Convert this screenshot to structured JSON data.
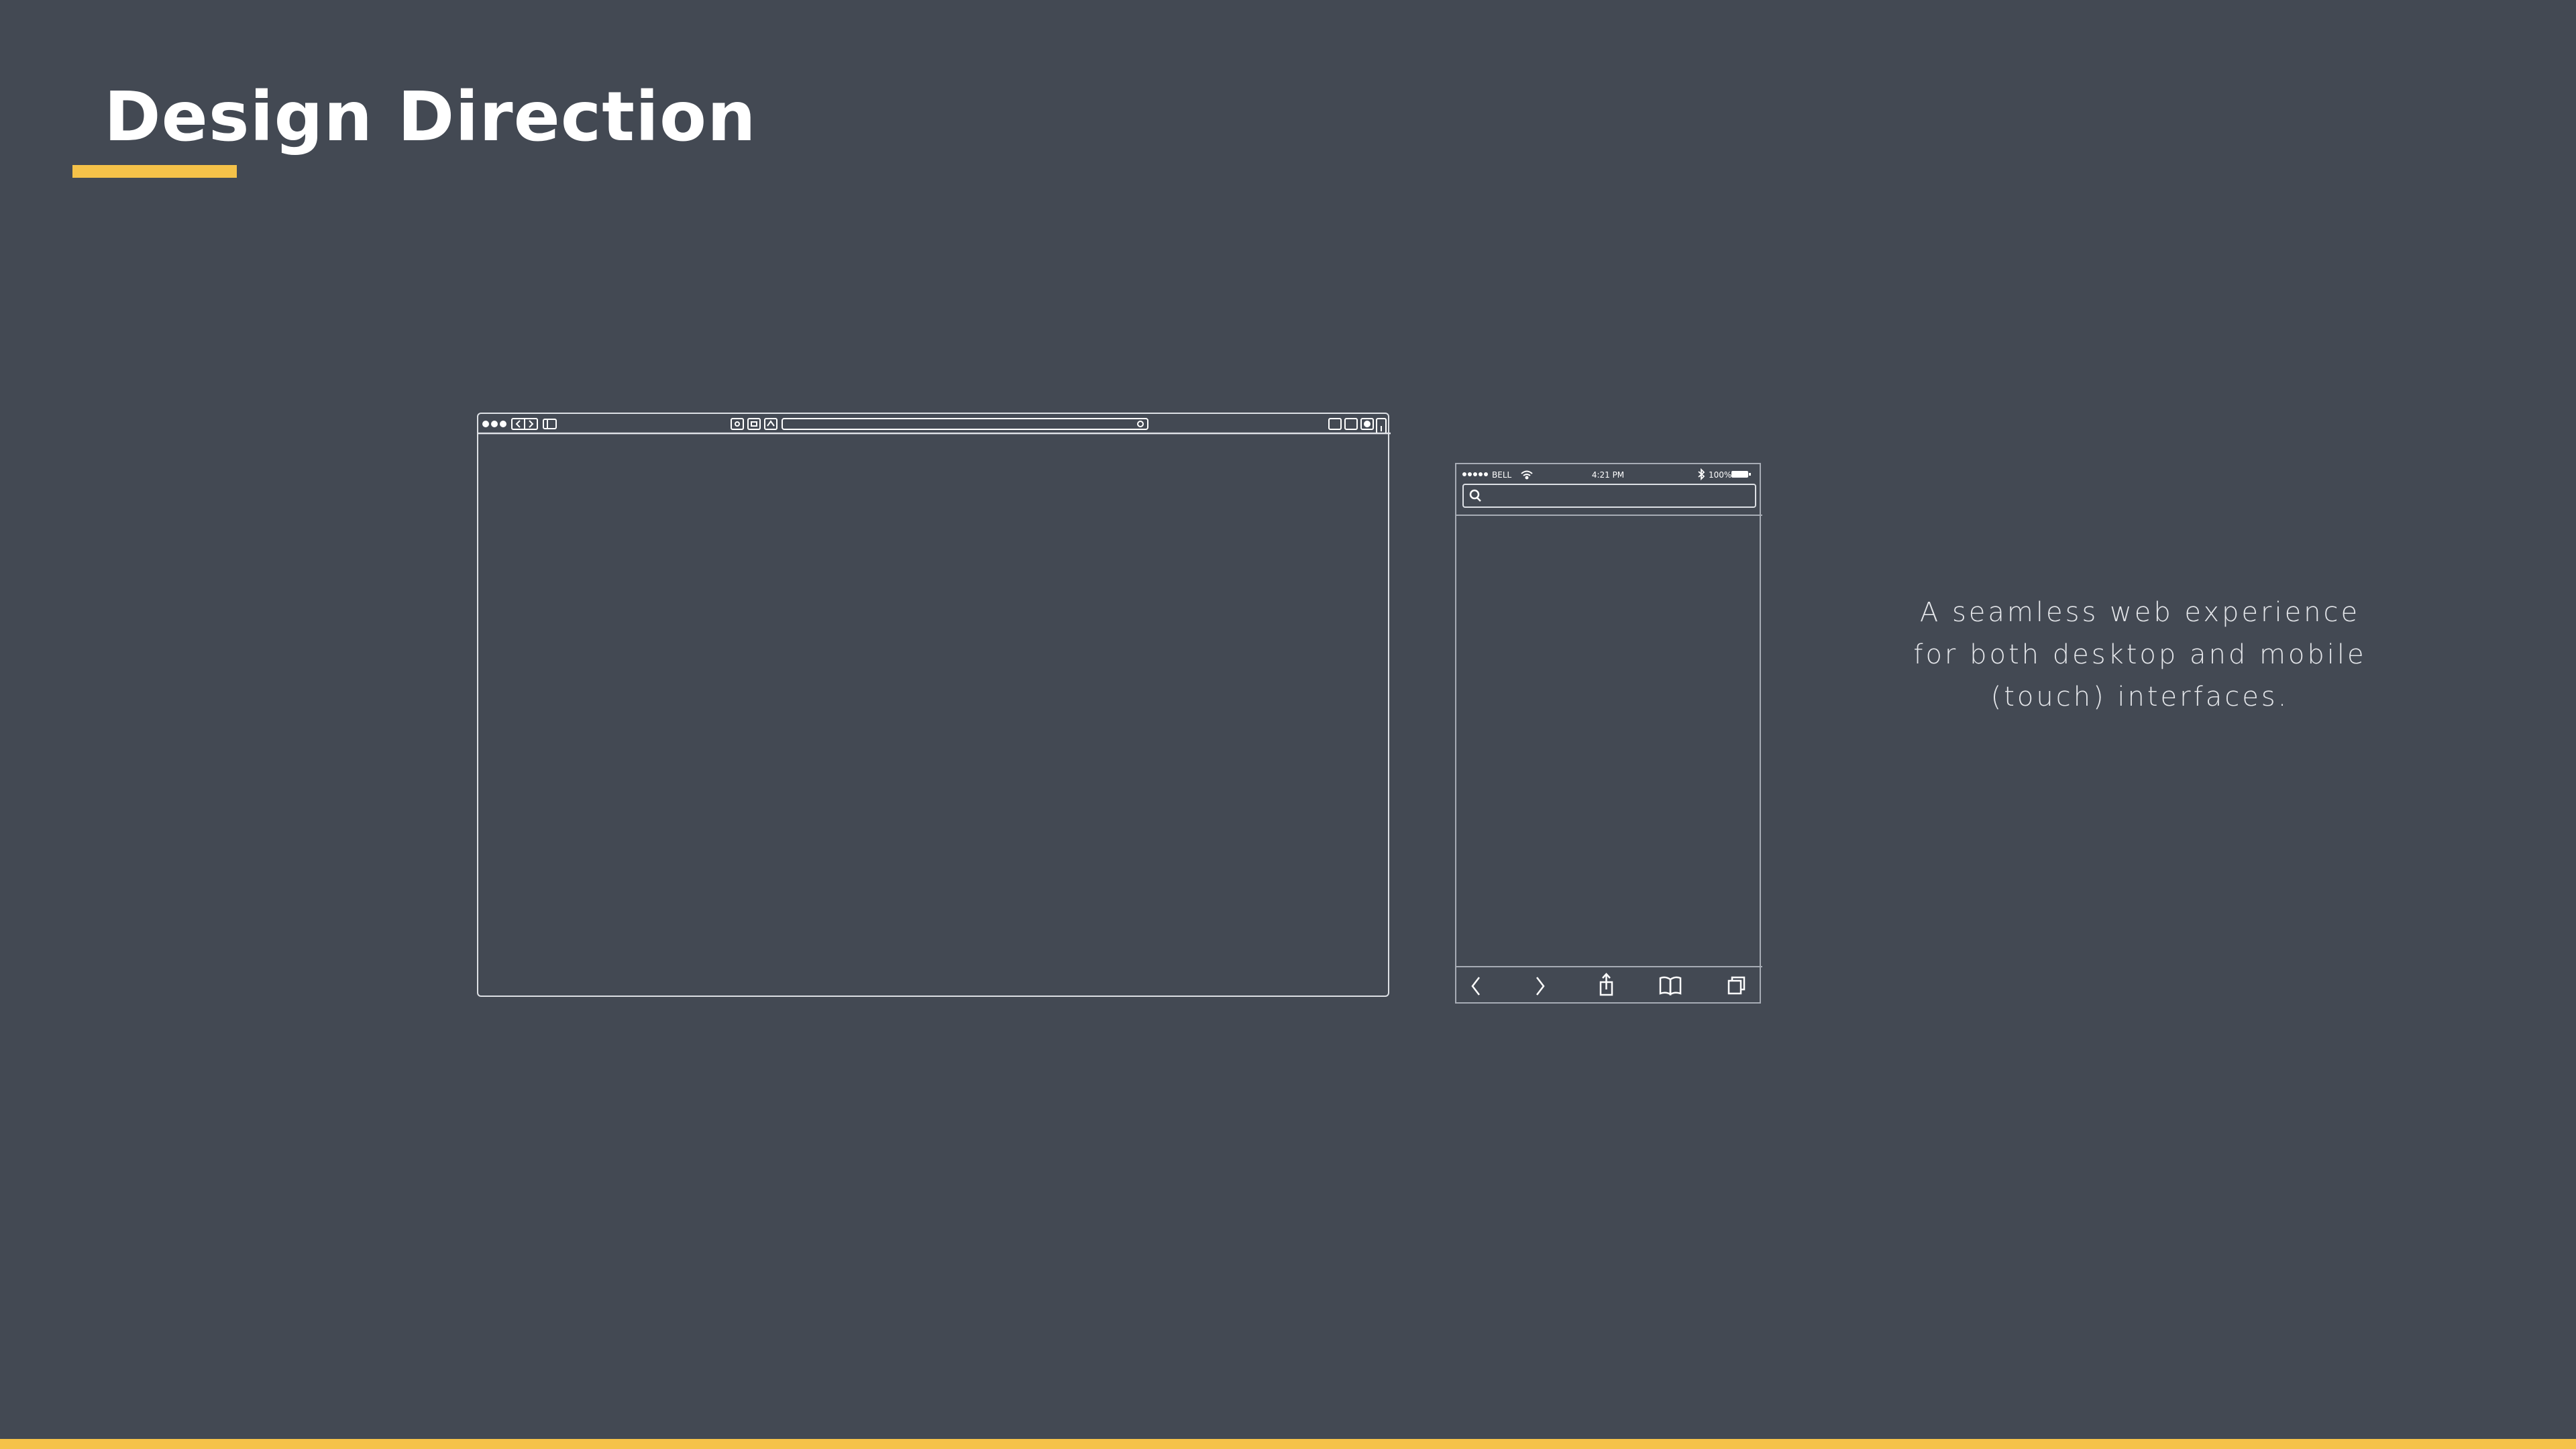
{
  "slide": {
    "title": "Design Direction",
    "accent_color": "#f5c249",
    "background_color": "#434953"
  },
  "tagline": {
    "lines": [
      "A seamless web experience",
      "for both desktop and mobile",
      "(touch) interfaces."
    ]
  },
  "mobile_status": {
    "carrier": "BELL",
    "time": "4:21 PM",
    "battery": "100%"
  }
}
